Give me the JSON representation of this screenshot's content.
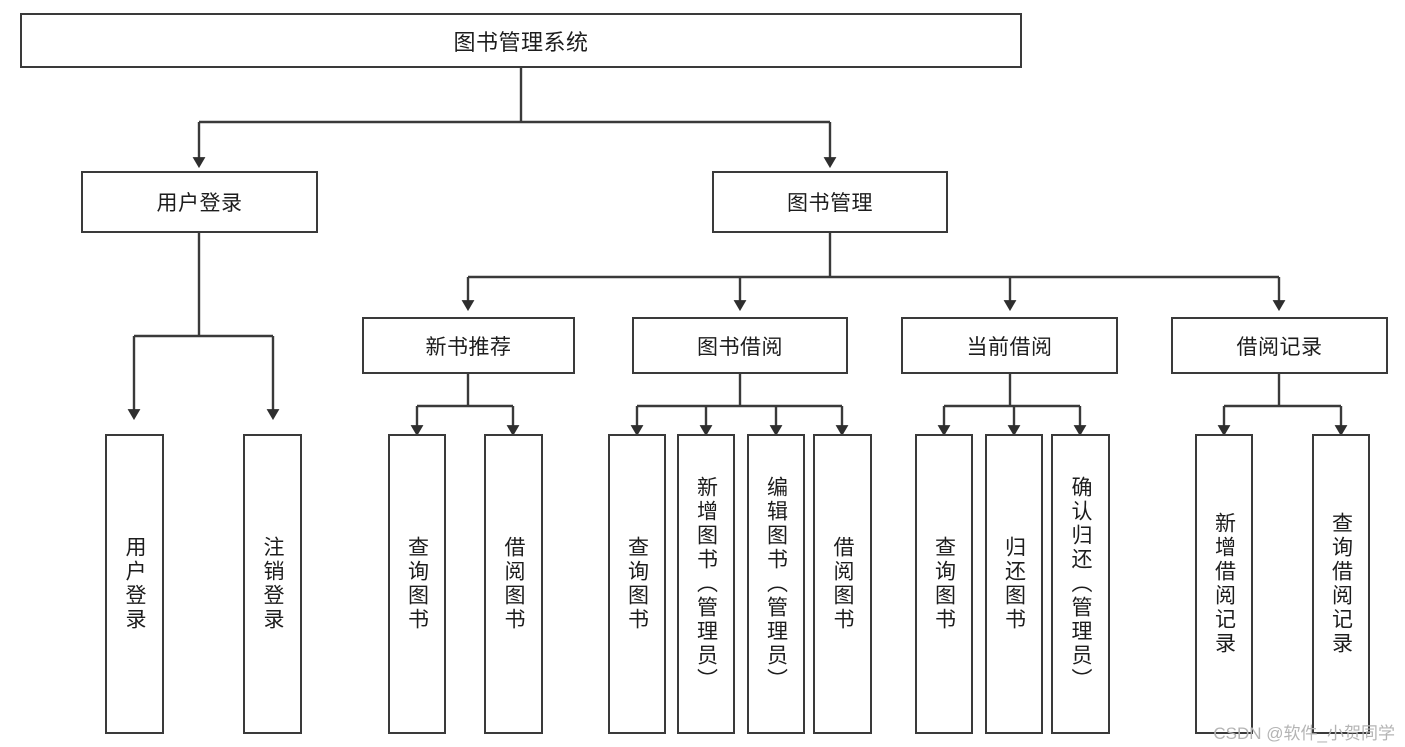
{
  "diagram": {
    "type": "hierarchy-tree",
    "title": "图书管理系统",
    "root": {
      "label": "图书管理系统"
    },
    "level1": [
      {
        "id": "user-login",
        "label": "用户登录"
      },
      {
        "id": "book-management",
        "label": "图书管理"
      }
    ],
    "level2": [
      {
        "id": "new-book-recommend",
        "label": "新书推荐",
        "parent": "book-management"
      },
      {
        "id": "book-borrow",
        "label": "图书借阅",
        "parent": "book-management"
      },
      {
        "id": "current-borrow",
        "label": "当前借阅",
        "parent": "book-management"
      },
      {
        "id": "borrow-record",
        "label": "借阅记录",
        "parent": "book-management"
      }
    ],
    "leaves": [
      {
        "id": "leaf-user-login",
        "label": "用户登录",
        "parent": "user-login"
      },
      {
        "id": "leaf-logout-login",
        "label": "注销登录",
        "parent": "user-login"
      },
      {
        "id": "leaf-query-book-1",
        "label": "查询图书",
        "parent": "new-book-recommend"
      },
      {
        "id": "leaf-borrow-book-1",
        "label": "借阅图书",
        "parent": "new-book-recommend"
      },
      {
        "id": "leaf-query-book-2",
        "label": "查询图书",
        "parent": "book-borrow"
      },
      {
        "id": "leaf-add-book",
        "label": "新增图书（管理员）",
        "parent": "book-borrow"
      },
      {
        "id": "leaf-edit-book",
        "label": "编辑图书（管理员）",
        "parent": "book-borrow"
      },
      {
        "id": "leaf-borrow-book-2",
        "label": "借阅图书",
        "parent": "book-borrow"
      },
      {
        "id": "leaf-query-book-3",
        "label": "查询图书",
        "parent": "current-borrow"
      },
      {
        "id": "leaf-return-book",
        "label": "归还图书",
        "parent": "current-borrow"
      },
      {
        "id": "leaf-confirm-return",
        "label": "确认归还（管理员）",
        "parent": "current-borrow"
      },
      {
        "id": "leaf-add-record",
        "label": "新增借阅记录",
        "parent": "borrow-record"
      },
      {
        "id": "leaf-query-record",
        "label": "查询借阅记录",
        "parent": "borrow-record"
      }
    ],
    "colors": {
      "stroke": "#3a3a3a",
      "background": "#ffffff",
      "text": "#1d1d1d",
      "watermark": "#b4b4b4"
    }
  },
  "watermark": {
    "text": "CSDN @软件_小贺同学"
  }
}
